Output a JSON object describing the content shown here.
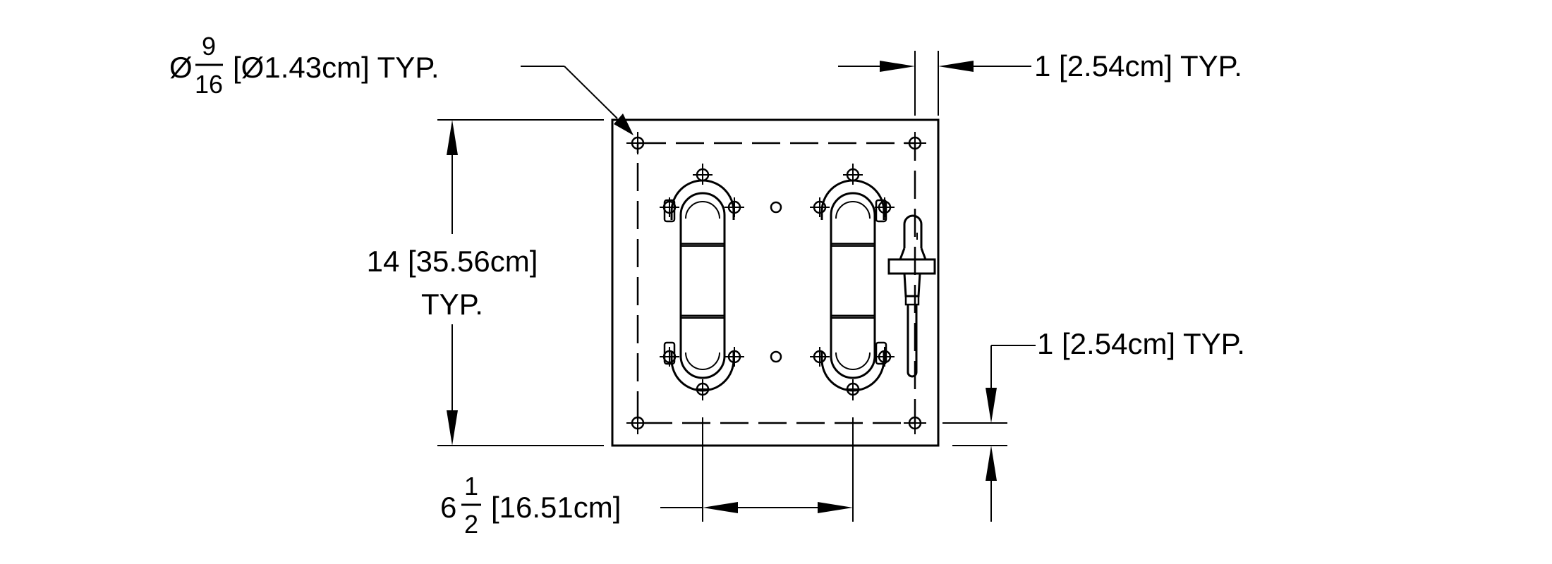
{
  "dimensions": {
    "hole_diameter": {
      "symbol": "Ø",
      "numerator": "9",
      "denominator": "16",
      "suffix": "[Ø1.43cm] TYP."
    },
    "edge_offset_top": {
      "text": "1 [2.54cm] TYP."
    },
    "plate_height": {
      "line1": "14 [35.56cm]",
      "line2": "TYP."
    },
    "edge_offset_bottom": {
      "text": "1 [2.54cm] TYP."
    },
    "handle_spacing": {
      "whole": "6",
      "numerator": "1",
      "denominator": "2",
      "suffix": "[16.51cm]"
    }
  }
}
